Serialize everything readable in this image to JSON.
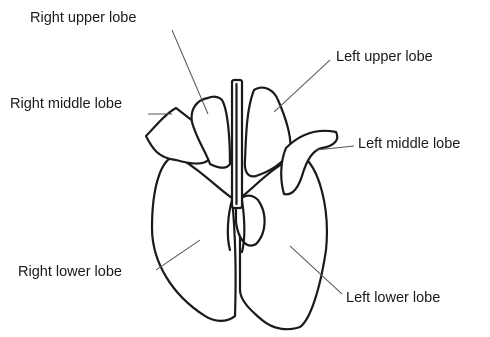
{
  "labels": {
    "right_upper_lobe": "Right upper lobe",
    "left_upper_lobe": "Left upper lobe",
    "right_middle_lobe": "Right middle lobe",
    "left_middle_lobe": "Left middle lobe",
    "right_lower_lobe": "Right lower lobe",
    "left_lower_lobe": "Left lower lobe"
  },
  "colors": {
    "outline": "#1a1a1a",
    "leader_line": "#555555",
    "background": "#ffffff"
  }
}
